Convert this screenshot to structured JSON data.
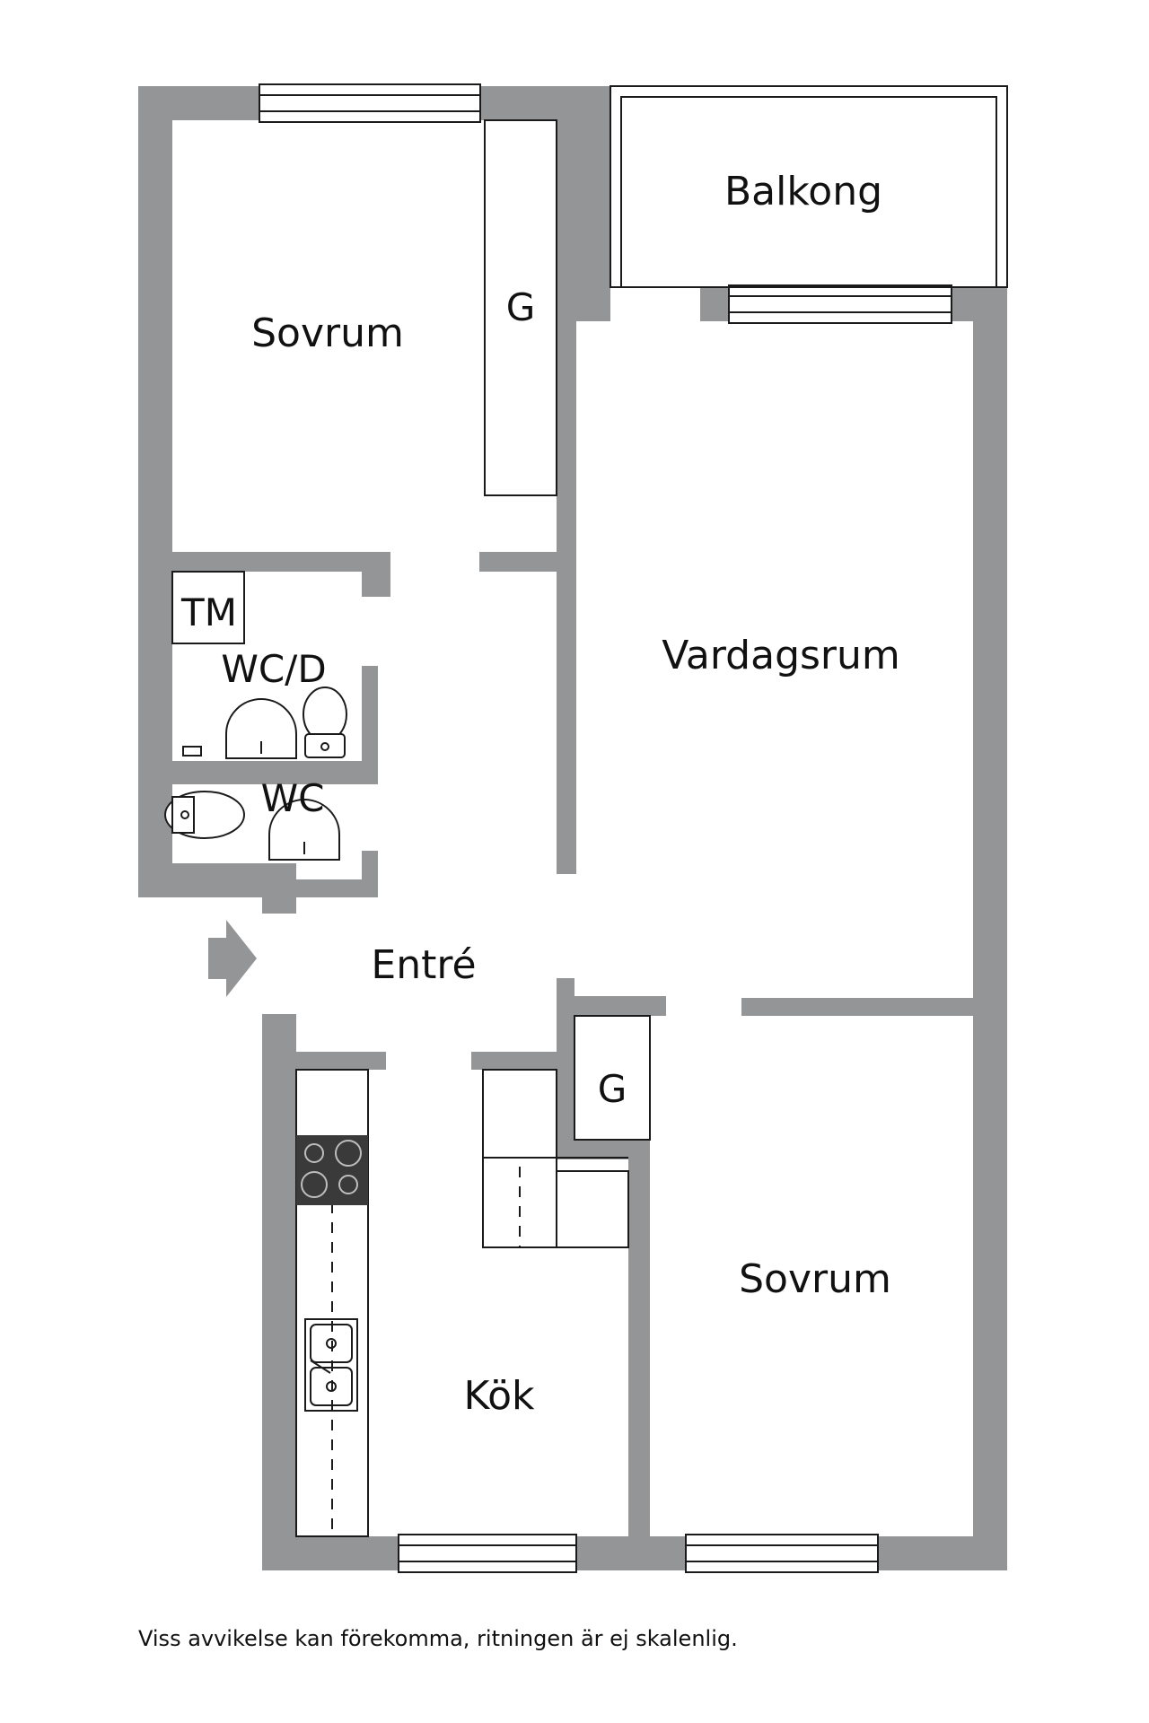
{
  "rooms": {
    "bedroom_top": "Sovrum",
    "wardrobe_top": "G",
    "balcony": "Balkong",
    "living_room": "Vardagsrum",
    "laundry": "TM",
    "wc_shower": "WC/D",
    "wc": "WC",
    "entrance": "Entré",
    "wardrobe_bottom": "G",
    "kitchen": "Kök",
    "bedroom_bottom": "Sovrum"
  },
  "disclaimer": "Viss avvikelse kan förekomma, ritningen är ej skalenlig.",
  "colors": {
    "wall": "#939596",
    "outline": "#1a1a1a",
    "stove": "#3a3a3a"
  }
}
